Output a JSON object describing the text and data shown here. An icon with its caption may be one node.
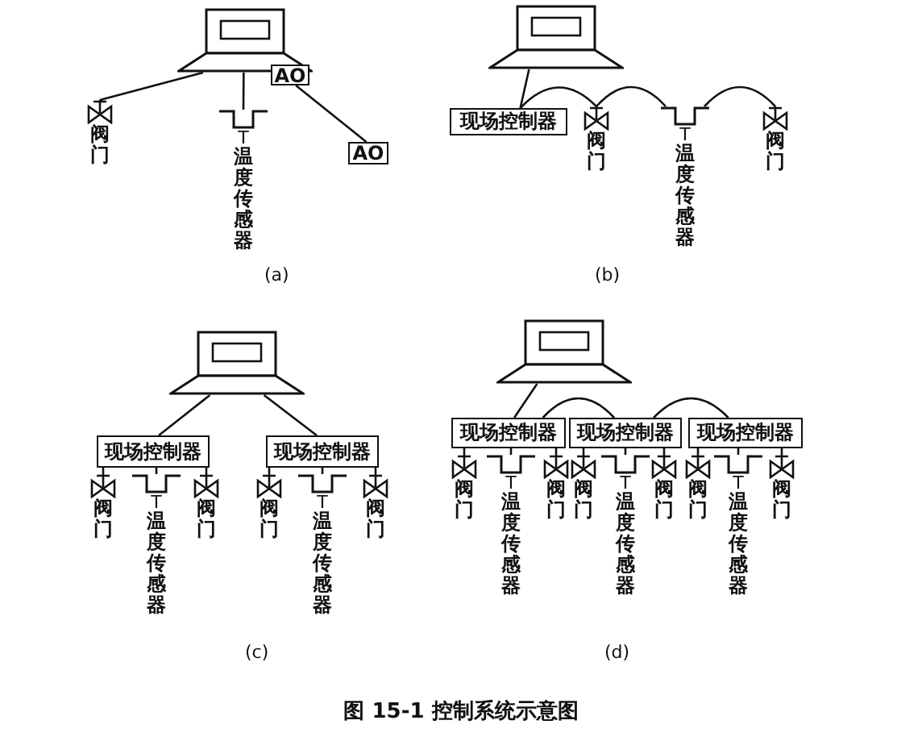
{
  "diagram": {
    "caption": "图 15-1 控制系统示意图",
    "nodes": [
      {
        "text": [],
        "shape": "computer"
      },
      {
        "text": [
          "阀门"
        ]
      },
      {
        "text": [
          "T",
          "温度传感器"
        ]
      },
      {
        "text": [
          "AO"
        ]
      },
      {
        "text": [
          "AO"
        ]
      },
      {
        "text": [],
        "shape": "computer"
      },
      {
        "text": [
          "现场控制器"
        ]
      },
      {
        "text": [
          "阀门"
        ]
      },
      {
        "text": [
          "T",
          "温度传感器"
        ]
      },
      {
        "text": [
          "阀门"
        ]
      },
      {
        "text": [],
        "shape": "computer"
      },
      {
        "text": [
          "现场控制器"
        ]
      },
      {
        "text": [
          "阀门"
        ]
      },
      {
        "text": [
          "T",
          "温度传感器"
        ]
      },
      {
        "text": [
          "阀门"
        ]
      },
      {
        "text": [
          "现场控制器"
        ]
      },
      {
        "text": [
          "阀门"
        ]
      },
      {
        "text": [
          "T",
          "温度传感器"
        ]
      },
      {
        "text": [
          "阀门"
        ]
      },
      {
        "text": [],
        "shape": "computer"
      },
      {
        "text": [
          "现场控制器"
        ]
      },
      {
        "text": [
          "阀门"
        ]
      },
      {
        "text": [
          "T",
          "温度传感器"
        ]
      },
      {
        "text": [
          "阀门"
        ]
      },
      {
        "text": [
          "现场控制器"
        ]
      },
      {
        "text": [
          "阀门"
        ]
      },
      {
        "text": [
          "T",
          "温度传感器"
        ]
      },
      {
        "text": [
          "阀门"
        ]
      },
      {
        "text": [
          "现场控制器"
        ]
      },
      {
        "text": [
          "阀门"
        ]
      },
      {
        "text": [
          "T",
          "温度传感器"
        ]
      },
      {
        "text": [
          "阀门"
        ]
      }
    ],
    "edges": [
      {
        "from": 0,
        "to": 1,
        "arrow": "none"
      },
      {
        "from": 0,
        "to": 2,
        "arrow": "none"
      },
      {
        "from": 3,
        "to": 4,
        "arrow": "none"
      },
      {
        "from": 5,
        "to": 6,
        "arrow": "none"
      },
      {
        "from": 6,
        "to": 7,
        "arrow": "none"
      },
      {
        "from": 7,
        "to": 8,
        "arrow": "none"
      },
      {
        "from": 8,
        "to": 9,
        "arrow": "none"
      },
      {
        "from": 10,
        "to": 11,
        "arrow": "none"
      },
      {
        "from": 10,
        "to": 15,
        "arrow": "none"
      },
      {
        "from": 11,
        "to": 12,
        "arrow": "none"
      },
      {
        "from": 11,
        "to": 13,
        "arrow": "none"
      },
      {
        "from": 11,
        "to": 14,
        "arrow": "none"
      },
      {
        "from": 15,
        "to": 16,
        "arrow": "none"
      },
      {
        "from": 15,
        "to": 17,
        "arrow": "none"
      },
      {
        "from": 15,
        "to": 18,
        "arrow": "none"
      },
      {
        "from": 19,
        "to": 20,
        "arrow": "none"
      },
      {
        "from": 20,
        "to": 24,
        "arrow": "none"
      },
      {
        "from": 24,
        "to": 28,
        "arrow": "none"
      },
      {
        "from": 20,
        "to": 21,
        "arrow": "none"
      },
      {
        "from": 20,
        "to": 22,
        "arrow": "none"
      },
      {
        "from": 20,
        "to": 23,
        "arrow": "none"
      },
      {
        "from": 24,
        "to": 25,
        "arrow": "none"
      },
      {
        "from": 24,
        "to": 26,
        "arrow": "none"
      },
      {
        "from": 24,
        "to": 27,
        "arrow": "none"
      },
      {
        "from": 28,
        "to": 29,
        "arrow": "none"
      },
      {
        "from": 28,
        "to": 30,
        "arrow": "none"
      },
      {
        "from": 28,
        "to": 31,
        "arrow": "none"
      }
    ],
    "labels": [
      "(a)",
      "(b)",
      "(c)",
      "(d)"
    ]
  }
}
